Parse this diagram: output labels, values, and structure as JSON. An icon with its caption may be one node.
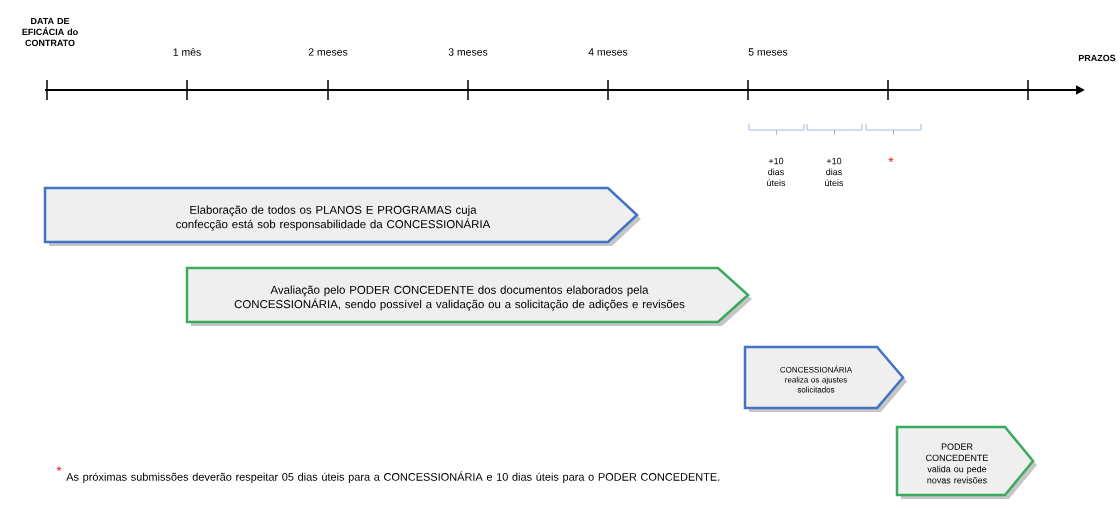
{
  "diagram": {
    "nodes": [
      {
        "text": [
          "Elaboração de todos os PLANOS E PROGRAMAS cuja confecção está sob responsabilidade da CONCESSIONÁRIA"
        ]
      },
      {
        "text": [
          "Avaliação pelo PODER CONCEDENTE dos documentos elaborados pela CONCESSIONÁRIA, sendo possível a validação ou a solicitação de adições e revisões"
        ]
      },
      {
        "text": [
          "CONCESSIONÁRIA realiza os ajustes solicitados"
        ]
      },
      {
        "text": [
          "PODER CONCEDENTE valida ou pede novas revisões"
        ]
      }
    ],
    "edges": [],
    "labels": [
      "DATA DE EFICÁCIA do CONTRATO",
      "1 mês",
      "2 meses",
      "3 meses",
      "4 meses",
      "5 meses",
      "PRAZOS",
      "+10 dias úteis",
      "+10 dias úteis",
      "*",
      "*",
      "As próximas submissões deverão respeitar 05 dias úteis para a CONCESSIONÁRIA e 10 dias úteis para o PODER CONCEDENTE."
    ]
  }
}
